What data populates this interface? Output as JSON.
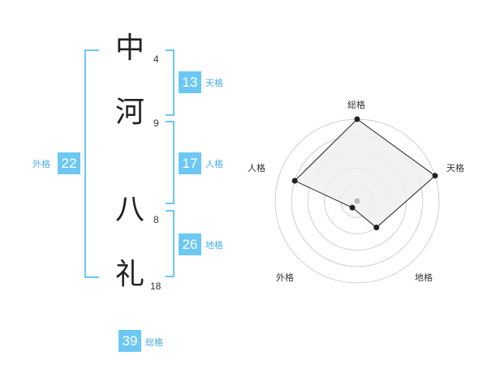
{
  "name_chars": [
    {
      "char": "中",
      "strokes": "4"
    },
    {
      "char": "河",
      "strokes": "9"
    },
    {
      "char": "八",
      "strokes": "8"
    },
    {
      "char": "礼",
      "strokes": "18"
    }
  ],
  "kaku": {
    "tenkaku": {
      "value": "13",
      "label": "天格"
    },
    "jinkaku": {
      "value": "17",
      "label": "人格"
    },
    "chikaku": {
      "value": "26",
      "label": "地格"
    },
    "gaikaku": {
      "value": "22",
      "label": "外格"
    },
    "soukaku": {
      "value": "39",
      "label": "総格"
    }
  },
  "radar": {
    "axes": [
      "総格",
      "天格",
      "地格",
      "外格",
      "人格"
    ],
    "levels": 5,
    "values": [
      5,
      5,
      2,
      0.5,
      4
    ],
    "colors": {
      "fill": "#f0f0f0",
      "line": "#222222",
      "grid": "#cfcfcf",
      "center": "#bbbbbb"
    }
  },
  "colors": {
    "accent": "#6cc8f3"
  }
}
